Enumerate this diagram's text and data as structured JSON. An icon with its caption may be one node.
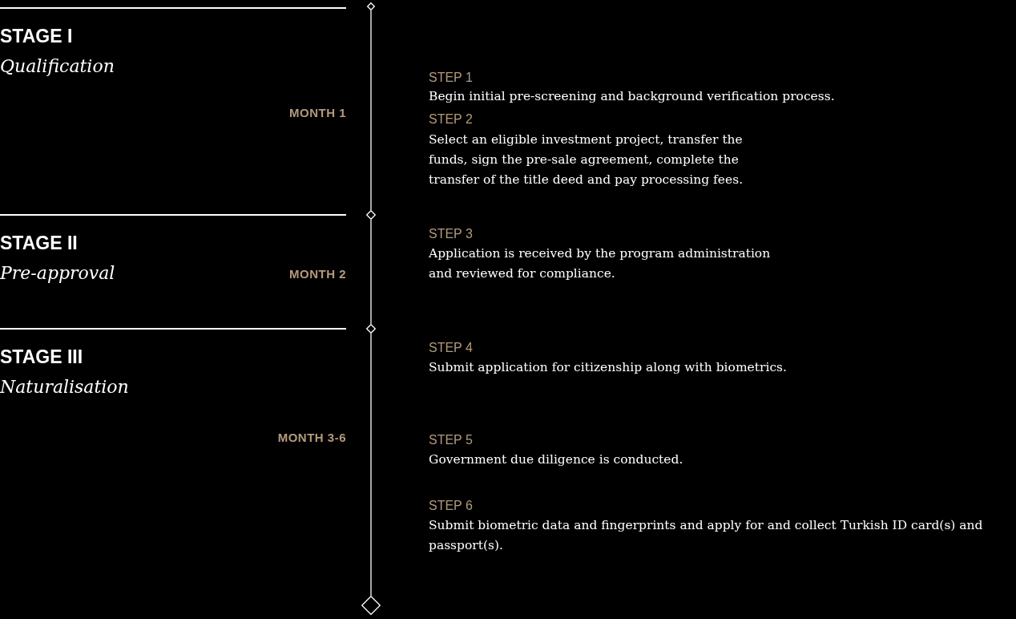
{
  "diagram": {
    "nodes": [
      {
        "text": [],
        "shape": "diamond"
      },
      {
        "text": [],
        "shape": "diamond"
      },
      {
        "text": [],
        "shape": "diamond"
      },
      {
        "text": [],
        "shape": "diamond"
      }
    ],
    "edges": [
      {
        "from": 0,
        "to": 1,
        "arrow": "none"
      },
      {
        "from": 1,
        "to": 2,
        "arrow": "none"
      },
      {
        "from": 2,
        "to": 3,
        "arrow": "none"
      }
    ],
    "labels": [
      "STAGE I",
      "Qualification",
      "STEP 1",
      "Begin initial pre-screening and background verification process.",
      "MONTH 1",
      "STEP 2",
      "Select an eligible investment project, transfer the funds, sign the pre-sale agreement, complete the transfer of the title deed and pay processing fees.",
      "STAGE II",
      "Pre-approval",
      "MONTH 2",
      "STEP 3",
      "Application is received by the program administration and reviewed for compliance.",
      "STAGE III",
      "Naturalisation",
      "STEP 4",
      "Submit application for citizenship along with biometrics.",
      "MONTH 3-6",
      "STEP 5",
      "Government due diligence is conducted.",
      "STEP 6",
      "Submit biometric data and fingerprints and apply for and collect Turkish ID card(s) and passport(s)."
    ]
  }
}
